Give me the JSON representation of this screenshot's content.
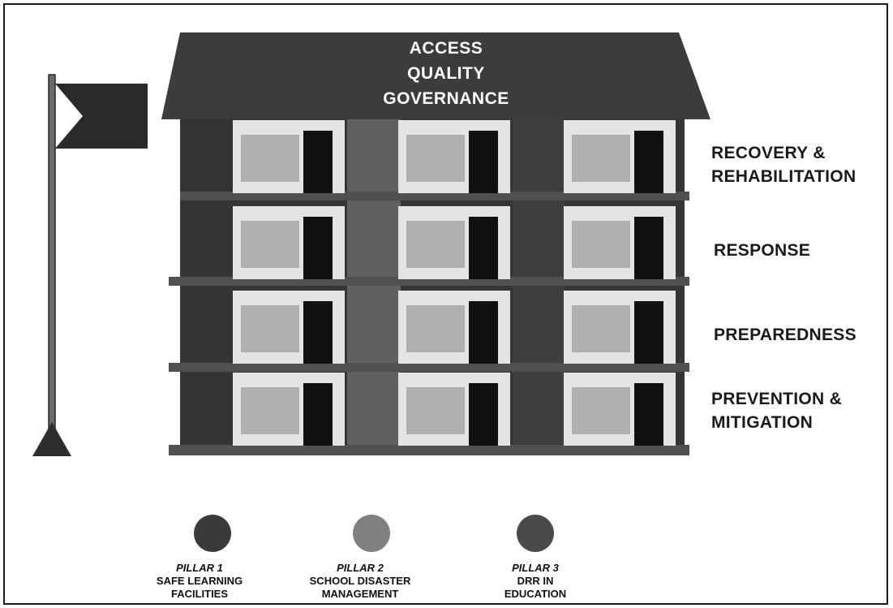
{
  "roof": {
    "line1": "ACCESS",
    "line2": "QUALITY",
    "line3": "GOVERNANCE"
  },
  "phases": [
    {
      "line1": "RECOVERY &",
      "line2": "REHABILITATION"
    },
    {
      "line1": "RESPONSE",
      "line2": ""
    },
    {
      "line1": "PREPAREDNESS",
      "line2": ""
    },
    {
      "line1": "PREVENTION &",
      "line2": "MITIGATION"
    }
  ],
  "pillars": [
    {
      "number": "PILLAR 1",
      "line1": "SAFE LEARNING",
      "line2": "FACILITIES",
      "color": "#3a3a3a"
    },
    {
      "number": "PILLAR 2",
      "line1": "SCHOOL DISASTER",
      "line2": "MANAGEMENT",
      "color": "#808080"
    },
    {
      "number": "PILLAR 3",
      "line1": "DRR IN",
      "line2": "EDUCATION",
      "color": "#4a4a4a"
    }
  ],
  "colors": {
    "building": "#353535",
    "roof": "#3c3c3c",
    "middle_column": "#606060",
    "floor_band": "#505050",
    "unit_frame": "#e4e4e4",
    "window": "#b0b0b0",
    "door": "#111111",
    "flag": "#2a2a2a",
    "pole": "#6a6a6a"
  }
}
